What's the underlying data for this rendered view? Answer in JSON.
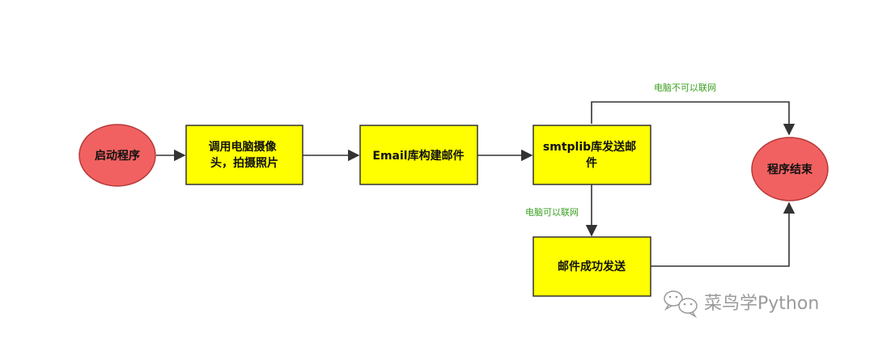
{
  "nodes": {
    "start": "启动程序",
    "capture": {
      "line1": "调用电脑摄像",
      "line2": "头，拍摄照片"
    },
    "build_email": "Email库构建邮件",
    "send": {
      "line1": "smtplib库发送邮",
      "line2": "件"
    },
    "success": "邮件成功发送",
    "end": "程序结束"
  },
  "edge_labels": {
    "offline": "电脑不可以联网",
    "online": "电脑可以联网"
  },
  "watermark": "菜鸟学Python",
  "colors": {
    "terminal_fill": "#f26161",
    "terminal_stroke": "#b73a3a",
    "process_fill": "#ffff00",
    "process_stroke": "#333333",
    "edge": "#333333",
    "edge_label": "#3aa020",
    "watermark": "#9a9a9a"
  },
  "icons": [
    "wechat-icon"
  ]
}
